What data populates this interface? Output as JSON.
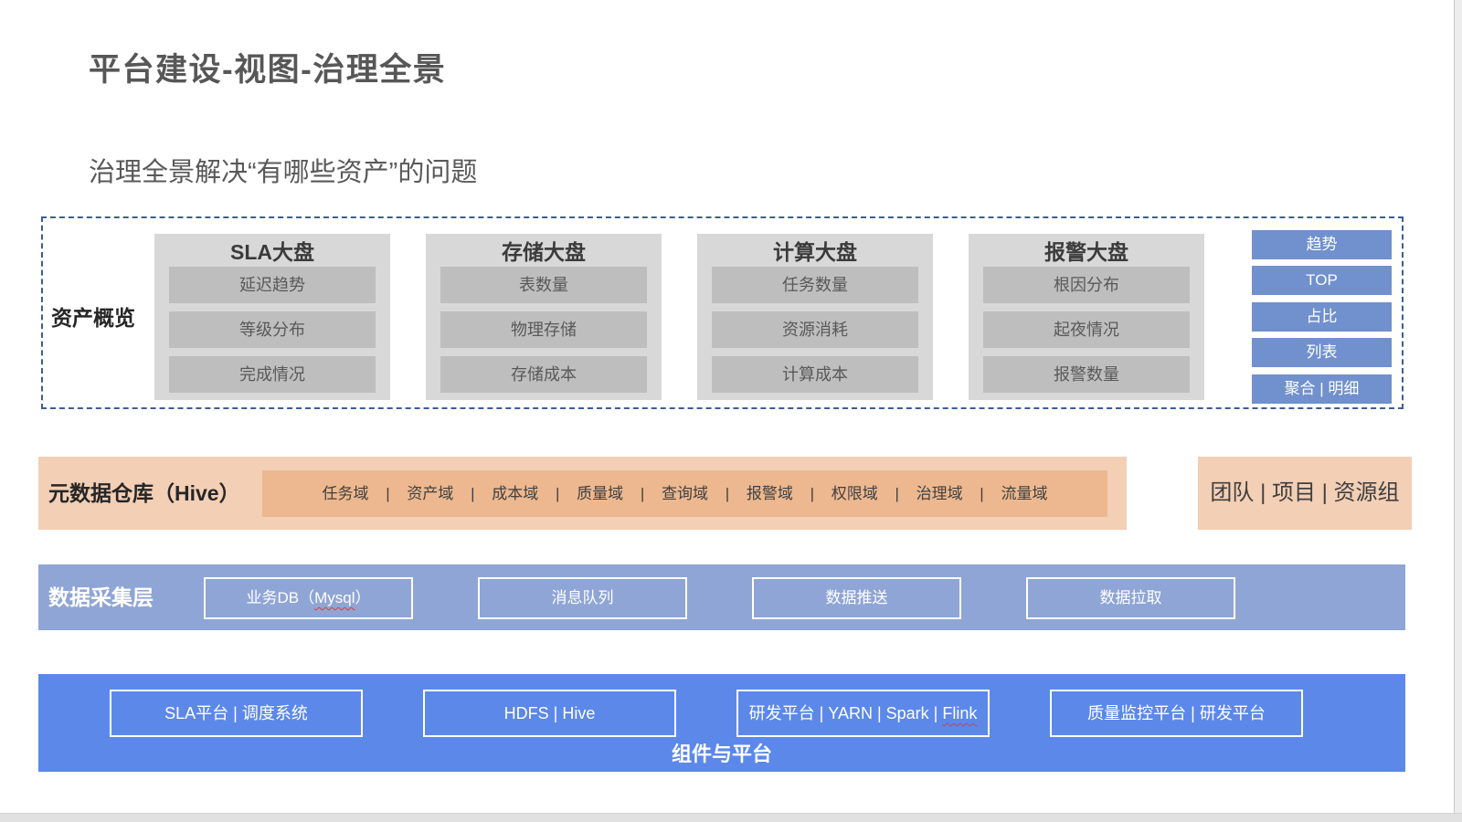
{
  "slide": {
    "title": "平台建设-视图-治理全景",
    "subtitle": "治理全景解决“有哪些资产”的问题"
  },
  "overview": {
    "label": "资产概览",
    "panels": [
      {
        "title": "SLA大盘",
        "items": [
          "延迟趋势",
          "等级分布",
          "完成情况"
        ]
      },
      {
        "title": "存储大盘",
        "items": [
          "表数量",
          "物理存储",
          "存储成本"
        ]
      },
      {
        "title": "计算大盘",
        "items": [
          "任务数量",
          "资源消耗",
          "计算成本"
        ]
      },
      {
        "title": "报警大盘",
        "items": [
          "根因分布",
          "起夜情况",
          "报警数量"
        ]
      }
    ],
    "view_modes": [
      "趋势",
      "TOP",
      "占比",
      "列表",
      "聚合 | 明细"
    ]
  },
  "metadata": {
    "label": "元数据仓库（Hive）",
    "domains": "任务域 | 资产域 | 成本域 | 质量域 | 查询域 | 报警域 | 权限域 | 治理域 | 流量域",
    "group_box": "团队 | 项目 | 资源组"
  },
  "collection": {
    "label": "数据采集层",
    "box1_prefix": "业务DB（",
    "box1_typo": "Mysql",
    "box1_suffix": "）",
    "box2": "消息队列",
    "box3": "数据推送",
    "box4": "数据拉取"
  },
  "platform": {
    "box1": "SLA平台 | 调度系统",
    "box2": "HDFS | Hive",
    "box3_prefix": "研发平台 | YARN | Spark | ",
    "box3_typo": "Flink",
    "box4": "质量监控平台 | 研发平台",
    "label": "组件与平台"
  },
  "colors": {
    "title_text": "#575757",
    "card_bg": "#d8d8d8",
    "card_metric_bg": "#bebebe",
    "view_button_blue": "#7090ce",
    "dashed_border_blue": "#3d5d95",
    "metadata_orange_light": "#f3cfb5",
    "metadata_orange_dark": "#edb88f",
    "collection_blue": "#8fa5d6",
    "platform_blue": "#5c88ea",
    "spellcheck_red": "#e23b2e"
  }
}
